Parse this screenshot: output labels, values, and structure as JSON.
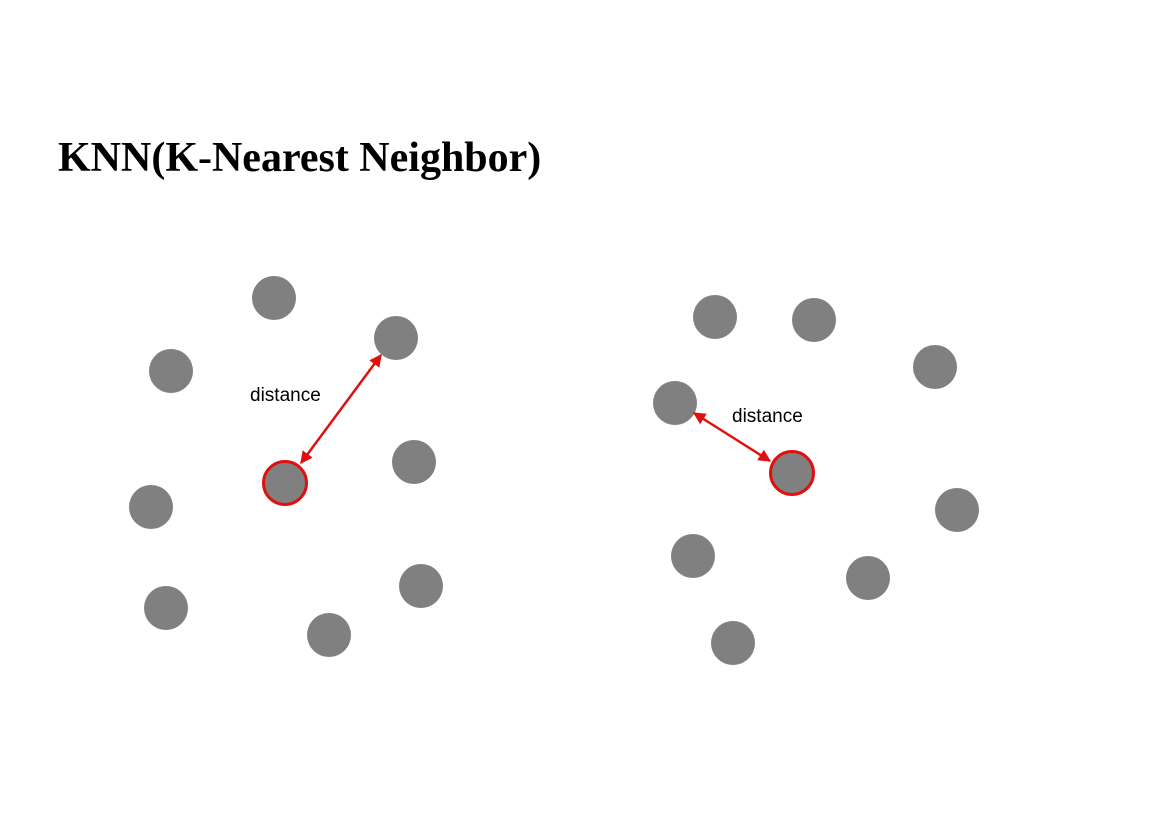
{
  "title": "KNN(K-Nearest Neighbor)",
  "colors": {
    "point": "#808080",
    "highlight": "#e01010",
    "text": "#000000"
  },
  "panels": [
    {
      "distance_label": "distance"
    },
    {
      "distance_label": "distance"
    }
  ]
}
